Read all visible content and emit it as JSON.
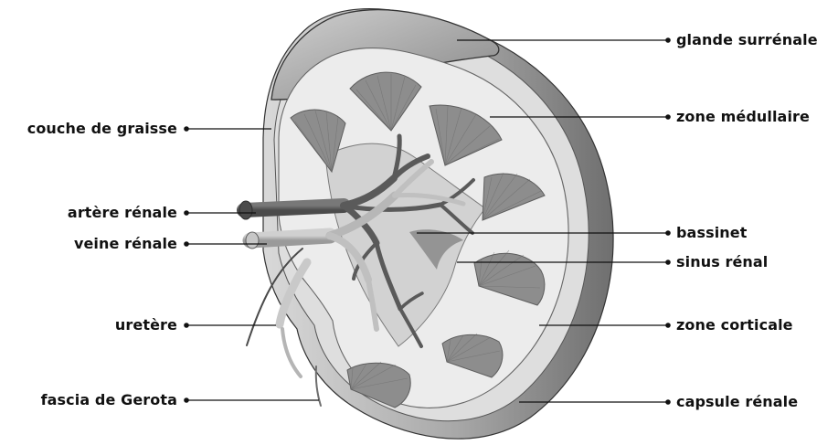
{
  "labels": {
    "left": {
      "fat_layer": "couche de graisse",
      "renal_artery": "artère rénale",
      "renal_vein": "veine rénale",
      "ureter": "uretère",
      "gerota_fascia": "fascia de Gerota"
    },
    "right": {
      "adrenal_gland": "glande surrénale",
      "medulla": "zone médullaire",
      "renal_pelvis": "bassinet",
      "renal_sinus": "sinus rénal",
      "cortex": "zone corticale",
      "renal_capsule": "capsule rénale"
    }
  },
  "colors": {
    "ink": "#111111",
    "capsule_dark": "#707070",
    "capsule_mid": "#8a8a8a",
    "kidney_fill": "#e8e8e8",
    "pyramid": "#8d8d8d",
    "artery": "#5f5f5f",
    "vein": "#b9b9b9",
    "background": "#ffffff"
  }
}
